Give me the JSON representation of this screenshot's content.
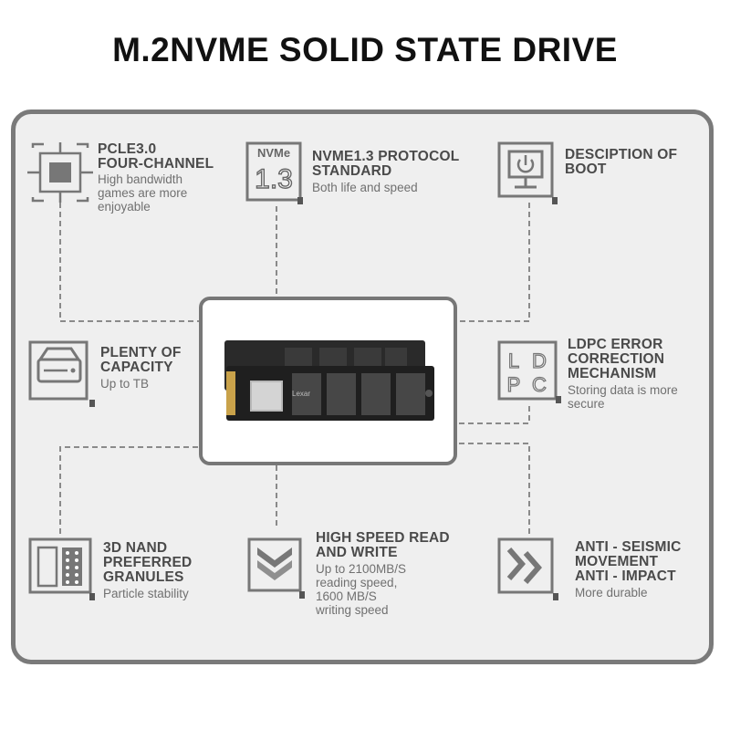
{
  "title": "M.2NVME SOLID STATE DRIVE",
  "colors": {
    "icon": "#777777",
    "panel_border": "#7a7a7a",
    "panel_bg": "#efefef",
    "heading": "#4a4a4a",
    "text": "#707070"
  },
  "product_image": {
    "icon": "m2-ssd-illustration",
    "brand_text": "Lexar"
  },
  "features": {
    "pcie": {
      "icon": "cpu-chip-icon",
      "title_lines": [
        "PCLE3.0",
        "FOUR-CHANNEL"
      ],
      "desc_lines": [
        "High bandwidth",
        "games are more",
        "enjoyable"
      ]
    },
    "nvme": {
      "icon": "nvme-badge-icon",
      "badge_top": "NVMe",
      "badge_num": "1.3",
      "title_lines": [
        "NVME1.3 PROTOCOL",
        "STANDARD"
      ],
      "desc_lines": [
        "Both life and speed"
      ]
    },
    "boot": {
      "icon": "monitor-power-icon",
      "title_lines": [
        "DESCIPTION OF",
        "BOOT"
      ],
      "desc_lines": []
    },
    "capacity": {
      "icon": "hard-drive-icon",
      "title_lines": [
        "PLENTY OF",
        "CAPACITY"
      ],
      "desc_lines": [
        "Up to TB"
      ]
    },
    "ldpc": {
      "icon": "ldpc-icon",
      "icon_letters": [
        "L",
        "D",
        "P",
        "C"
      ],
      "title_lines": [
        "LDPC ERROR",
        "CORRECTION",
        "MECHANISM"
      ],
      "desc_lines": [
        "Storing data is more",
        "secure"
      ]
    },
    "nand": {
      "icon": "nand-chip-icon",
      "title_lines": [
        "3D NAND",
        "PREFERRED",
        "GRANULES"
      ],
      "desc_lines": [
        "Particle stability"
      ]
    },
    "speed": {
      "icon": "speed-chevrons-icon",
      "title_lines": [
        "HIGH SPEED READ",
        "AND WRITE"
      ],
      "desc_lines": [
        "Up to 2100MB/S",
        "reading speed,",
        "1600 MB/S",
        "writing speed"
      ]
    },
    "seismic": {
      "icon": "anti-seismic-icon",
      "title_lines": [
        "ANTI - SEISMIC",
        "MOVEMENT",
        "ANTI - IMPACT"
      ],
      "desc_lines": [
        "More durable"
      ]
    }
  }
}
